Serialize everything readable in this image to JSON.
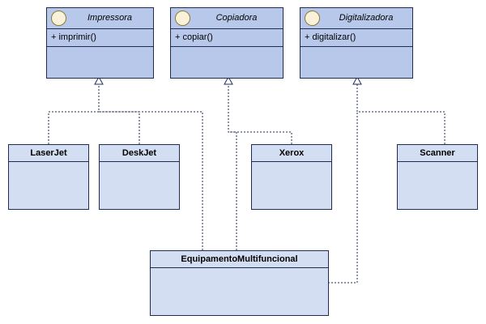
{
  "interfaces": {
    "impressora": {
      "name": "Impressora",
      "operation": "+ imprimir()"
    },
    "copiadora": {
      "name": "Copiadora",
      "operation": "+ copiar()"
    },
    "digitalizadora": {
      "name": "Digitalizadora",
      "operation": "+ digitalizar()"
    }
  },
  "classes": {
    "laserjet": "LaserJet",
    "deskjet": "DeskJet",
    "xerox": "Xerox",
    "scanner": "Scanner",
    "multifuncional": "EquipamentoMultifuncional"
  },
  "colors": {
    "interface_fill": "#b8c8ea",
    "class_fill": "#d3def3",
    "border": "#1f2d55",
    "interface_icon": "#f9f2d8"
  }
}
